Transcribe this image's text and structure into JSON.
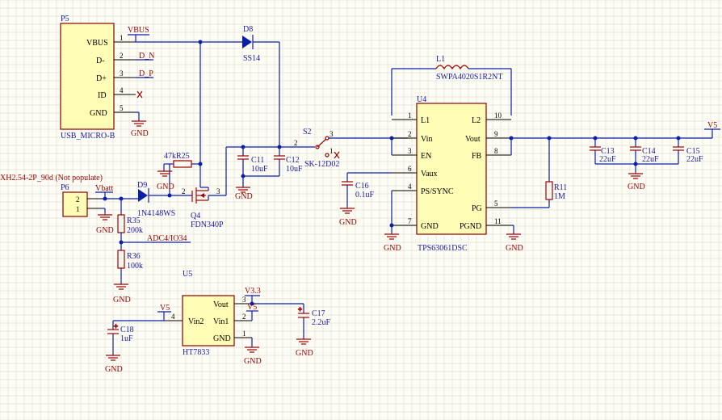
{
  "labels": {
    "gnd": "GND",
    "plus": "+"
  },
  "nets": {
    "vbus": "VBUS",
    "d_n": "D_N",
    "d_p": "D_P",
    "vbatt": "Vbatt",
    "adc": "ADC4/IO34",
    "v5": "V5",
    "v3v3": "V3.3"
  },
  "parts": {
    "p5": {
      "designator": "P5",
      "value": "USB_MICRO-B",
      "pins": [
        {
          "num": "1",
          "name": "VBUS"
        },
        {
          "num": "2",
          "name": "D-"
        },
        {
          "num": "3",
          "name": "D+"
        },
        {
          "num": "4",
          "name": "ID"
        },
        {
          "num": "5",
          "name": "GND"
        }
      ]
    },
    "d8": {
      "designator": "D8",
      "value": "SS14"
    },
    "p6": {
      "designator": "P6",
      "comment": "XH2.54-2P_90d (Not populate)",
      "pins": [
        "2",
        "1"
      ]
    },
    "d9": {
      "designator": "D9",
      "value": "1N4148WS"
    },
    "r35": {
      "designator": "R35",
      "value": "200k"
    },
    "r36": {
      "designator": "R36",
      "value": "100k"
    },
    "r25": {
      "designator": "R25",
      "value": "47k"
    },
    "q4": {
      "designator": "Q4",
      "value": "FDN340P",
      "pins": [
        "2",
        "3"
      ]
    },
    "c11": {
      "designator": "C11",
      "value": "10uF"
    },
    "c12": {
      "designator": "C12",
      "value": "10uF"
    },
    "s2": {
      "designator": "S2",
      "value": "SK-12D02",
      "pins": [
        "2",
        "3",
        "1"
      ]
    },
    "l1": {
      "designator": "L1",
      "value": "SWPA4020S1R2NT"
    },
    "u4": {
      "designator": "U4",
      "value": "TPS63061DSC",
      "pins": [
        {
          "num": "1",
          "name": "L1"
        },
        {
          "num": "2",
          "name": "Vin"
        },
        {
          "num": "3",
          "name": "EN"
        },
        {
          "num": "6",
          "name": "Vaux"
        },
        {
          "num": "4",
          "name": "PS/SYNC"
        },
        {
          "num": "7",
          "name": "GND"
        },
        {
          "num": "10",
          "name": "L2"
        },
        {
          "num": "9",
          "name": "Vout"
        },
        {
          "num": "8",
          "name": "FB"
        },
        {
          "num": "5",
          "name": "PG"
        },
        {
          "num": "11",
          "name": "PGND"
        }
      ]
    },
    "c16": {
      "designator": "C16",
      "value": "0.1uF"
    },
    "r11": {
      "designator": "R11",
      "value": "1M"
    },
    "c13": {
      "designator": "C13",
      "value": "22uF"
    },
    "c14": {
      "designator": "C14",
      "value": "22uF"
    },
    "c15": {
      "designator": "C15",
      "value": "22uF"
    },
    "u5": {
      "designator": "U5",
      "value": "HT7833",
      "pins": [
        {
          "num": "3",
          "name": "Vout"
        },
        {
          "num": "4",
          "name": "Vin2"
        },
        {
          "num": "2",
          "name": "Vin1"
        },
        {
          "num": "1",
          "name": "GND"
        }
      ]
    },
    "c17": {
      "designator": "C17",
      "value": "2.2uF"
    },
    "c18": {
      "designator": "C18",
      "value": "1uF"
    }
  }
}
